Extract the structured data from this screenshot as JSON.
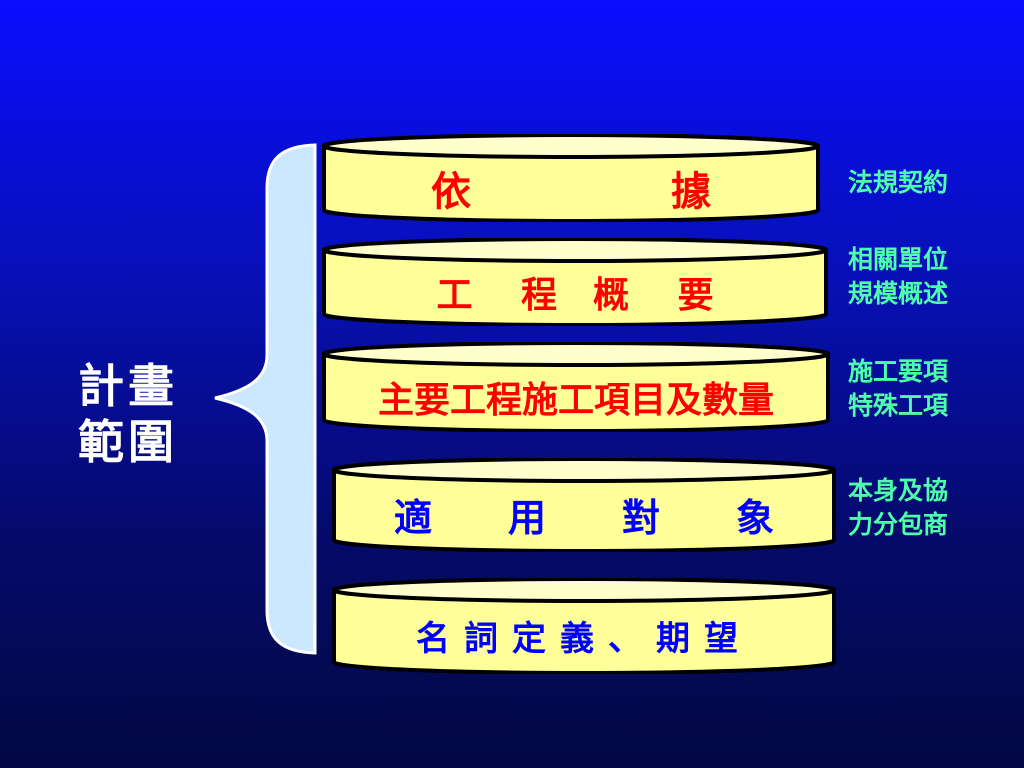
{
  "title": {
    "line1": "計畫",
    "line2": "範圍"
  },
  "discs": [
    {
      "label": "依　　　　　據",
      "color": "#ff0000"
    },
    {
      "label": "工　 程　概　 要",
      "color": "#ff0000"
    },
    {
      "label": "主要工程施工項目及數量",
      "color": "#ff0000"
    },
    {
      "label": "適　　用　　對　　象",
      "color": "#0000ff"
    },
    {
      "label": "名詞定義、期望",
      "color": "#0000ff"
    }
  ],
  "notes": [
    {
      "line1": "法規契約",
      "line2": ""
    },
    {
      "line1": "相關單位",
      "line2": "規模概述"
    },
    {
      "line1": "施工要項",
      "line2": "特殊工項"
    },
    {
      "line1": "本身及協",
      "line2": "力分包商"
    }
  ],
  "colors": {
    "background_top": "#0a0dff",
    "background_bottom": "#030843",
    "disc_fill": "#ffff99",
    "disc_top_fill": "#ffffcc",
    "brace_fill": "#cce8ff",
    "note_text": "#4dffa8",
    "title_text": "#ffffff"
  }
}
